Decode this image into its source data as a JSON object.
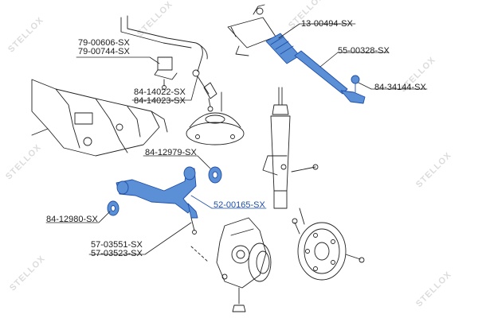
{
  "colors": {
    "line": "#222222",
    "part_fill": "#ffffff",
    "highlight_fill": "#5b8fd6",
    "highlight_stroke": "#1f4fa8",
    "watermark": "#dcdcdc"
  },
  "watermark": "STELLOX",
  "labels": {
    "rack": "13-00494-SX",
    "tie_rod": "55-00328-SX",
    "stab_bush_a": "79-00606-SX",
    "stab_bush_b": "79-00744-SX",
    "link_a": "84-14022-SX",
    "link_b": "84-14023-SX",
    "tie_rod_end": "84-34144-SX",
    "arm_bush_rear": "84-12979-SX",
    "arm_bush_front": "84-12980-SX",
    "control_arm": "52-00165-SX",
    "ball_joint_a": "57-03551-SX",
    "ball_joint_b": "57-03523-SX"
  }
}
